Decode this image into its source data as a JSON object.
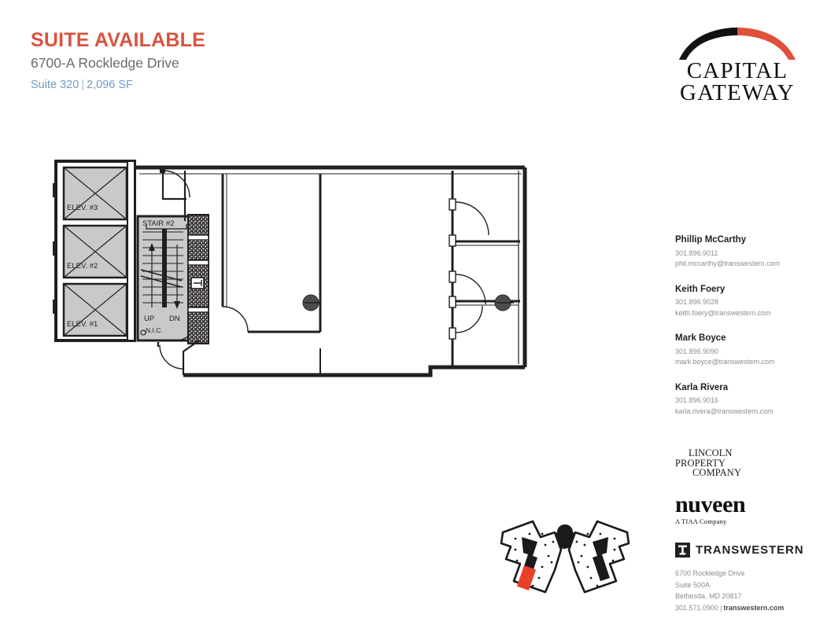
{
  "header": {
    "title": "SUITE AVAILABLE",
    "address": "6700-A Rockledge Drive",
    "suite_label": "Suite 320",
    "divider": "|",
    "area_label": "2,096 SF",
    "title_color": "#d9543f",
    "suite_meta_color": "#6e9cc4"
  },
  "brand_logo": {
    "name": "Capital Gateway",
    "line1": "CAPITAL",
    "line2": "GATEWAY",
    "arch_left_color": "#111111",
    "arch_right_color": "#e0503a"
  },
  "floorplan": {
    "elevators": [
      {
        "label": "ELEV. #3"
      },
      {
        "label": "ELEV. #2"
      },
      {
        "label": "ELEV. #1"
      }
    ],
    "stair_label": "STAIR #2",
    "stair_up_label": "UP",
    "stair_down_label": "DN",
    "nic_label": "N.I.C.",
    "shaft_fill": "#c9c9c9",
    "wall_color": "#231f20",
    "column_color": "#4d4d4d"
  },
  "key_plan": {
    "highlight_color": "#e8412a",
    "core_color": "#1a1a1a"
  },
  "contacts": [
    {
      "name": "Phillip McCarthy",
      "phone": "301.896.9011",
      "email": "phil.mccarthy@transwestern.com"
    },
    {
      "name": "Keith Foery",
      "phone": "301.896.9028",
      "email": "keith.foery@transwestern.com"
    },
    {
      "name": "Mark Boyce",
      "phone": "301.896.9090",
      "email": "mark.boyce@transwestern.com"
    },
    {
      "name": "Karla Rivera",
      "phone": "301.896.9016",
      "email": "karla.rivera@transwestern.com"
    }
  ],
  "partners": {
    "lincoln": {
      "line1": "LINCOLN",
      "line2": "PROPERTY",
      "line3": "COMPANY"
    },
    "nuveen": {
      "wordmark": "nuveen",
      "tagline": "A TIAA Company"
    },
    "transwestern": {
      "wordmark": "TRANSWESTERN"
    }
  },
  "office_address": {
    "line1": "6700 Rockledge Drive",
    "line2": "Suite 500A",
    "line3": "Bethesda, MD 20817",
    "phone": "301.571.0900",
    "separator": "|",
    "website": "transwestern.com"
  }
}
